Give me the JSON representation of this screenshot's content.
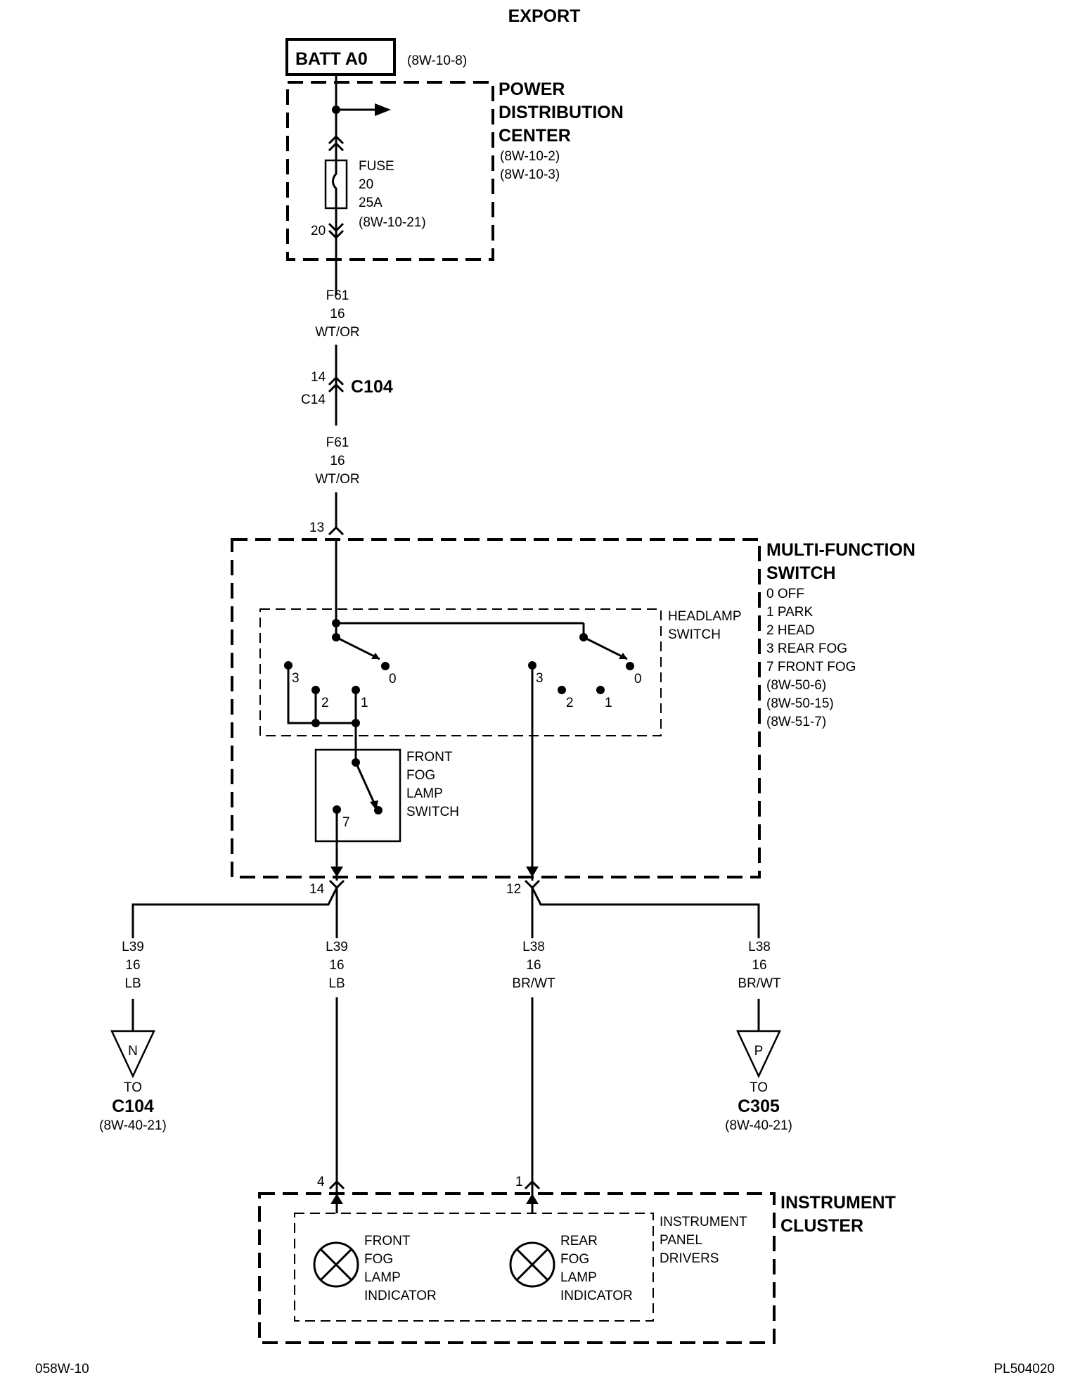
{
  "title": "EXPORT",
  "batt": {
    "label": "BATT A0",
    "ref": "(8W-10-8)"
  },
  "pdc": {
    "name_lines": [
      "POWER",
      "DISTRIBUTION",
      "CENTER"
    ],
    "refs": [
      "(8W-10-2)",
      "(8W-10-3)"
    ]
  },
  "fuse": {
    "lines": [
      "FUSE",
      "20",
      "25A",
      "(8W-10-21)"
    ],
    "pin": "20"
  },
  "wire_f61_upper": {
    "circuit": "F61",
    "gauge": "16",
    "color": "WT/OR"
  },
  "c104_connector": {
    "name": "C104",
    "pin_top": "14",
    "pin_bottom": "C14"
  },
  "wire_f61_lower": {
    "circuit": "F61",
    "gauge": "16",
    "color": "WT/OR"
  },
  "mfs_pin_in": "13",
  "mfs": {
    "name_lines": [
      "MULTI-FUNCTION",
      "SWITCH"
    ],
    "positions": [
      "0 OFF",
      "1 PARK",
      "2 HEAD",
      "3 REAR FOG",
      "7 FRONT FOG"
    ],
    "refs": [
      "(8W-50-6)",
      "(8W-50-15)",
      "(8W-51-7)"
    ]
  },
  "headlamp_switch": {
    "label_lines": [
      "HEADLAMP",
      "SWITCH"
    ],
    "left_positions": [
      "3",
      "2",
      "1",
      "0"
    ],
    "right_positions": [
      "3",
      "2",
      "1",
      "0"
    ]
  },
  "front_fog_switch": {
    "label_lines": [
      "FRONT",
      "FOG",
      "LAMP",
      "SWITCH"
    ],
    "position": "7"
  },
  "mfs_pin_out_left": "14",
  "mfs_pin_out_right": "12",
  "wires_lower": [
    {
      "circuit": "L39",
      "gauge": "16",
      "color": "LB"
    },
    {
      "circuit": "L39",
      "gauge": "16",
      "color": "LB"
    },
    {
      "circuit": "L38",
      "gauge": "16",
      "color": "BR/WT"
    },
    {
      "circuit": "L38",
      "gauge": "16",
      "color": "BR/WT"
    }
  ],
  "destinations": [
    {
      "letter": "N",
      "to": "TO",
      "connector": "C104",
      "ref": "(8W-40-21)"
    },
    {
      "letter": "P",
      "to": "TO",
      "connector": "C305",
      "ref": "(8W-40-21)"
    }
  ],
  "cluster_pins": [
    "4",
    "1"
  ],
  "instrument_cluster": {
    "name_lines": [
      "INSTRUMENT",
      "CLUSTER"
    ],
    "drivers_lines": [
      "INSTRUMENT",
      "PANEL",
      "DRIVERS"
    ],
    "front_indicator": [
      "FRONT",
      "FOG",
      "LAMP",
      "INDICATOR"
    ],
    "rear_indicator": [
      "REAR",
      "FOG",
      "LAMP",
      "INDICATOR"
    ]
  },
  "footer": {
    "left": "058W-10",
    "right": "PL504020"
  }
}
